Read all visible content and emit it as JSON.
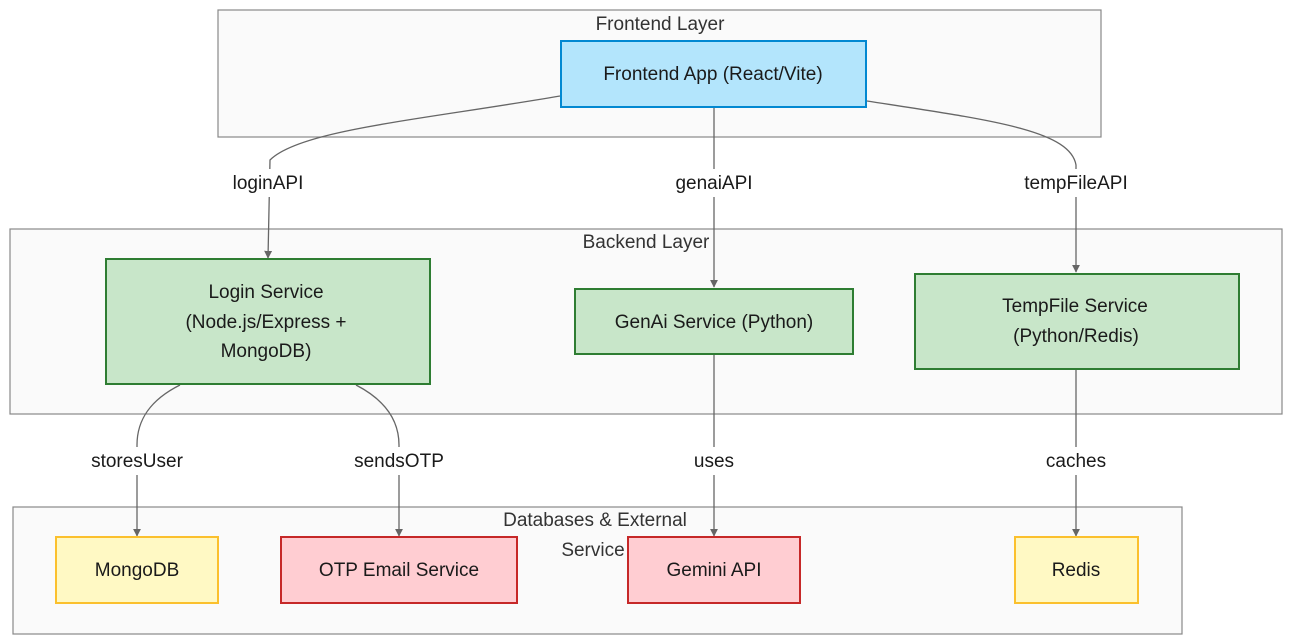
{
  "clusters": {
    "frontend": {
      "title": "Frontend Layer"
    },
    "backend": {
      "title": "Backend Layer"
    },
    "data": {
      "title_line1": "Databases & External",
      "title_line2": "Service"
    }
  },
  "nodes": {
    "frontend_app": {
      "label": "Frontend App (React/Vite)",
      "fill": "#b3e5fc",
      "stroke": "#0288d1"
    },
    "login_service": {
      "line1": "Login Service",
      "line2": "(Node.js/Express +",
      "line3": "MongoDB)",
      "fill": "#c8e6c9",
      "stroke": "#2e7d32"
    },
    "genai_service": {
      "label": "GenAi Service (Python)",
      "fill": "#c8e6c9",
      "stroke": "#2e7d32"
    },
    "tempfile_service": {
      "line1": "TempFile Service",
      "line2": "(Python/Redis)",
      "fill": "#c8e6c9",
      "stroke": "#2e7d32"
    },
    "mongodb": {
      "label": "MongoDB",
      "fill": "#fff9c4",
      "stroke": "#fbc02d"
    },
    "otp_email": {
      "label": "OTP Email Service",
      "fill": "#ffcdd2",
      "stroke": "#c62828"
    },
    "gemini_api": {
      "label": "Gemini API",
      "fill": "#ffcdd2",
      "stroke": "#c62828"
    },
    "redis": {
      "label": "Redis",
      "fill": "#fff9c4",
      "stroke": "#fbc02d"
    }
  },
  "edges": {
    "login_api": "loginAPI",
    "genai_api": "genaiAPI",
    "tempfile_api": "tempFileAPI",
    "stores_user": "storesUser",
    "sends_otp": "sendsOTP",
    "uses": "uses",
    "caches": "caches"
  }
}
